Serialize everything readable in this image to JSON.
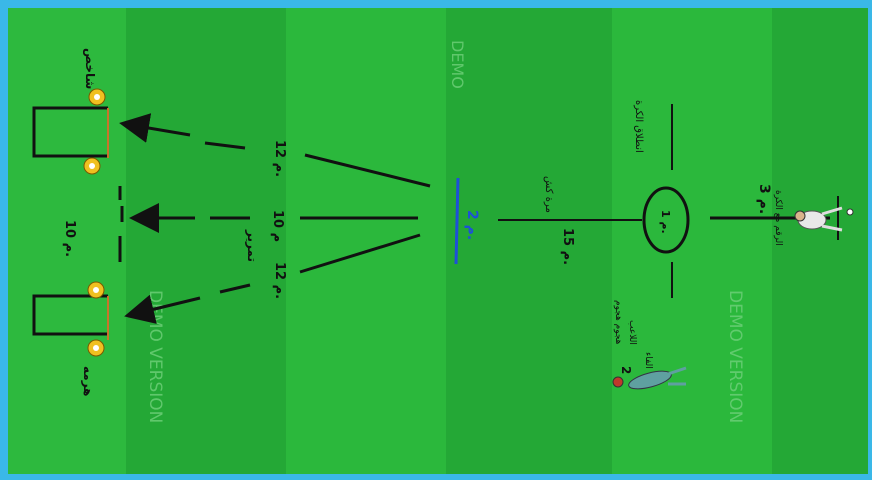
{
  "watermarks": {
    "top": "DEMO",
    "left": "DEMO VERSION",
    "right": "DEMO VERSION"
  },
  "labels": {
    "cone_top": "شاخص",
    "cone_bottom": "هرمه",
    "dist_top_arrow": "12 م.",
    "dist_mid_arrow": "10 م",
    "dist_bot_arrow": "12 م.",
    "dist_goals": "10 م.",
    "pass_label": "تمرير",
    "dist_pass": "15 م.",
    "pass_type": "مرة كش",
    "circle_num": "1 م.",
    "player2_num": "2 م.",
    "dribble_label": "انطلاق الكرة",
    "player3_num": "3 م.",
    "player3_label": "الرقم مع الكرة",
    "player2_label_1": "هجوم هجوم",
    "player2_label_2": "اللاعب",
    "player2_label_3": "الفاء",
    "player2_tag": "2"
  },
  "colors": {
    "frame": "#3ab8e8",
    "grass_dark": "#22a834",
    "grass_light": "#2bb83c",
    "line": "#111111",
    "blue_line": "#1e50d8",
    "cone": "#f0c020",
    "goal_post": "#c8742a"
  }
}
